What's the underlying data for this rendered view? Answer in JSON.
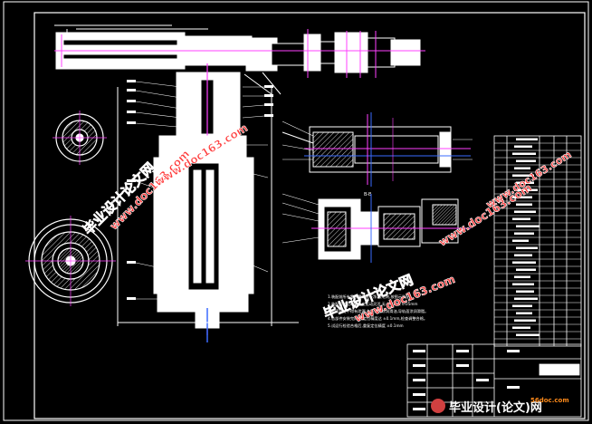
{
  "drawing": {
    "background": "#000000",
    "line_color": "#ffffff",
    "accent_magenta": "#ff40ff",
    "accent_blue": "#3a6bff",
    "accent_cyan": "#40c0ff",
    "section_label": "B-B"
  },
  "notes": [
    "1.装配前所有零件需清洗干净,去毛刺,按图示装配。",
    "2.装配后各运动部件应运动灵活,无卡滞现象 0.05mm",
    "3.各密封处不得有泄漏,各配合面涂润滑油,导轨面涂润滑脂。",
    "4.各部件安装完成后,定位精度达 ±0.1mm,检查调整合格。",
    "5.试运行检验合格后,重复定位精度 ±0.1mm"
  ],
  "watermarks": {
    "site_cn": "毕业设计论文网",
    "site_url": "www.doc163.com"
  },
  "footer": {
    "logo_text": "毕业设计(论文)网",
    "logo_badge": "56doc.com"
  }
}
